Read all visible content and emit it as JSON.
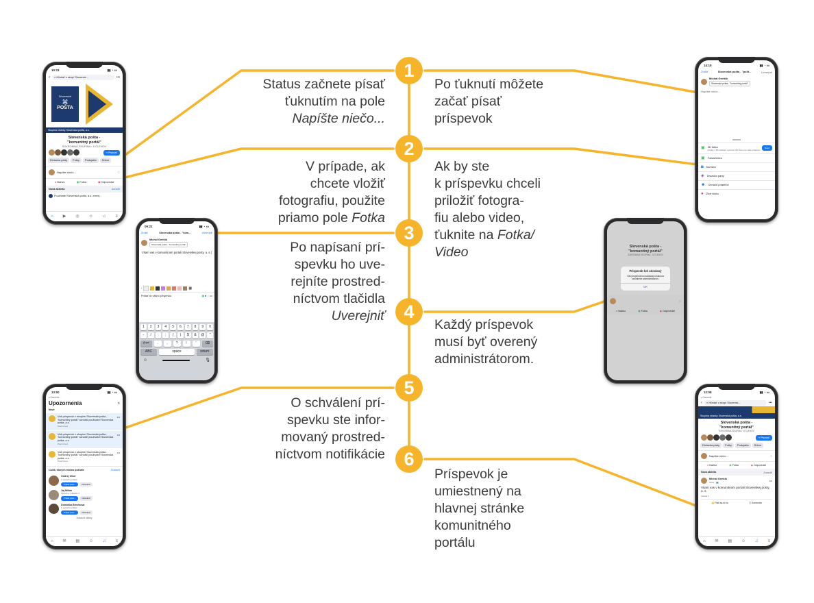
{
  "colors": {
    "accent": "#f5b42a",
    "brand_blue": "#1877f2",
    "posta_navy": "#1d3a6f",
    "posta_gold": "#e8b631"
  },
  "steps": [
    {
      "number": "1",
      "left_text": [
        "Status začnete písať",
        "ťuknutím na pole"
      ],
      "left_italic": "Napíšte niečo...",
      "right_text": [
        "Po ťuknutí môžete",
        "začať písať",
        "príspevok"
      ]
    },
    {
      "number": "2",
      "left_text": [
        "V prípade, ak",
        "chcete vložiť",
        "fotografiu, použite",
        "priamo pole"
      ],
      "left_italic": "Fotka",
      "right_text": [
        "Ak by ste",
        "k príspevku chceli",
        "priložiť fotogra-",
        "fiu alebo video,",
        "ťuknite na"
      ],
      "right_italic": [
        "Fotka/",
        "Video"
      ]
    },
    {
      "number": "3",
      "left_text": [
        "Po napísaní prí-",
        "spevku ho uve-",
        "rejníte prostred-",
        "níctvom tlačidla"
      ],
      "left_italic": "Uverejniť"
    },
    {
      "number": "4",
      "right_text": [
        "Každý príspevok",
        "musí byť overený",
        "administrátorom."
      ]
    },
    {
      "number": "5",
      "left_text": [
        "O schválení prí-",
        "spevku ste infor-",
        "movaný prostred-",
        "níctvom notifikácie"
      ]
    },
    {
      "number": "6",
      "right_text": [
        "Príspevok je",
        "umiestnený na",
        "hlavnej stránke",
        "komunitného",
        "portálu"
      ]
    }
  ],
  "phone1": {
    "time": "10:23",
    "search": "Hľadať v skupi Slovensk...",
    "logo_top": "Slovenská",
    "logo_bottom": "POŠTA",
    "banner": "Skupina stránky Slovenská pošta, a.s.",
    "group_title": [
      "Slovenská pošta -",
      "\"komunitný portál\""
    ],
    "group_sub": "SÚKROMNÁ SKUPINA · 6 ČLENOV",
    "join": "+ Pozvať",
    "chips": [
      "Diviacka párty",
      "Fotky",
      "Podujatia",
      "Súbor"
    ],
    "compose": "Napíšte niečo...",
    "actions": [
      "Naživo",
      "Fotka",
      "Odpovedať"
    ],
    "section": "Nová aktivita",
    "section_link": "Zoradiť",
    "feed": "Používateľ Slovenská pošta, a.s. zverej..."
  },
  "phone2": {
    "time": "14:15",
    "cancel": "Zrušiť",
    "title": "Slovenská pošta - \"polit...",
    "post": "Uverejniť",
    "user": "Michal Gretšik",
    "privacy": "Slovenská pošta - \"komunitný portál\"",
    "placeholder": "Napíšte niečo...",
    "options": [
      "3D fotka",
      "Fotka/Video",
      "Kamera",
      "Diviacka párty",
      "Označiť priateľov",
      "Živé video"
    ],
    "option_new": "Nové",
    "option_desc": "Z fotky s 3D efektom vytvoríte 3D fotku pre vaše priateľov."
  },
  "phone3": {
    "time": "09:22",
    "cancel": "Zrušiť",
    "title": "Slovenská pošta - \"kom...",
    "post": "Uverejniť",
    "user": "Michal Gretšik",
    "privacy": "Slovenská pošta - \"komunitný portál\"",
    "text": "Vitam vas v komunitnom portali Slovenskej posty, a. s.|",
    "add": "Pridať do vášho príspevku",
    "row1": [
      "1",
      "2",
      "3",
      "4",
      "5",
      "6",
      "7",
      "8",
      "9",
      "0"
    ],
    "row2": [
      "-",
      "/",
      ":",
      ";",
      "(",
      ")",
      "$",
      "&",
      "@",
      "\""
    ],
    "row3": [
      "#+=",
      ".",
      ",",
      "?",
      "!",
      "'",
      "⌫"
    ],
    "abc": "ABC",
    "space": "space",
    "return": "return"
  },
  "phone4": {
    "group_title": [
      "Slovenská pošta -",
      "\"komunitný portál\""
    ],
    "group_sub": "SÚKROMNÁ SKUPINA · 6 ČLENOV",
    "dialog_title": "Príspevok bol odoslaný",
    "dialog_text": "Váš príspevok bol odoslaný a čaká na schválenie administrátorom.",
    "ok": "OK",
    "actions": [
      "Naživo",
      "Fotka",
      "Odpovedať"
    ]
  },
  "phone5": {
    "time": "13:50",
    "back": "◂ Overenie...",
    "title": "Upozornenia",
    "section_new": "Nové",
    "notifs": [
      "Váš príspevok v skupine Slovenská pošta - \"komunitný portál\" schválil používateľ Slovenská pošta, a.s.",
      "Váš príspevok v skupine Slovenská pošta - \"komunitný portál\" schválil používateľ Slovenská pošta, a.s.",
      "Váš príspevok v skupine Slovenská pošta - \"komunitný portál\" schválil používateľ Slovenská pošta, a.s."
    ],
    "notif_time": "Pred 4 hod.",
    "friends_head": "Ľudia, ktorých možno poznáte",
    "friends_link": "Zobraziť",
    "people": [
      {
        "name": "Ondrej Olšer",
        "sub": "1 spoločný priateľ"
      },
      {
        "name": "Jaj Milián",
        "sub": "Spoločný priatelia: 2"
      },
      {
        "name": "Dominika Brezinová",
        "sub": "1 spoločný priateľ"
      }
    ],
    "add_btn": "Pridať priat...",
    "remove_btn": "Odstrániť",
    "see_all": "Zobraziť všetky"
  },
  "phone6": {
    "time": "12:08",
    "back": "◂ Overenie",
    "search": "Hľadať v skupi Slovensk...",
    "banner": "Skupina stránky Slovenská pošta, a.s.",
    "group_title": [
      "Slovenská pošta -",
      "\"komunitný portál\""
    ],
    "group_sub": "SÚKROMNÁ SKUPINA · 6 ČLENOV",
    "join": "+ Pozvať",
    "chips": [
      "Diviacka párty",
      "Fotky",
      "Podujatia",
      "Súbor"
    ],
    "compose": "Napíšte niečo...",
    "actions": [
      "Naživo",
      "Fotka",
      "Odpovedať"
    ],
    "section": "Nová aktivita",
    "section_link": "Zoradiť",
    "post_user": "Michal Gretšik",
    "post_time": "Teraz · 👥",
    "post_text": "Vitam vas v komunitnom portali Slovenskej posty, a. s.",
    "seen": "Videl/a: 1",
    "like": "Páči sa mi to",
    "comment": "Komentár"
  }
}
